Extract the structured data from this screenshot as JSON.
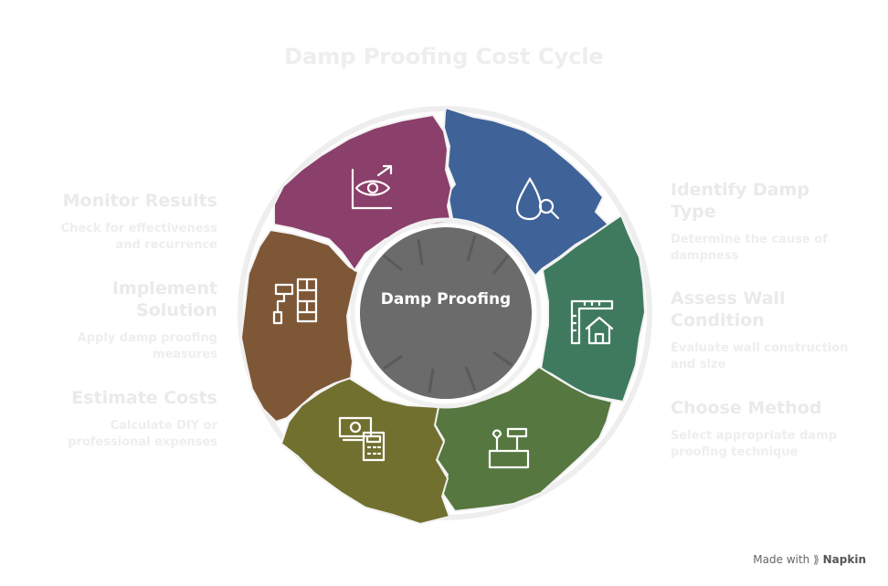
{
  "title": "Damp Proofing Cost Cycle",
  "center": {
    "label": "Damp Proofing",
    "color": "#6b6b6b"
  },
  "steps": [
    {
      "title": "Identify Damp Type",
      "description": "Determine the cause of dampness",
      "color": "#3f6398",
      "icon": "water-drop-search-icon"
    },
    {
      "title": "Assess Wall Condition",
      "description": "Evaluate wall construction and size",
      "color": "#3f7a5f",
      "icon": "ruler-house-icon"
    },
    {
      "title": "Choose Method",
      "description": "Select appropriate damp proofing technique",
      "color": "#56773f",
      "icon": "toolbox-icon"
    },
    {
      "title": "Estimate Costs",
      "description": "Calculate DIY or professional expenses",
      "color": "#72702f",
      "icon": "money-calculator-icon"
    },
    {
      "title": "Implement Solution",
      "description": "Apply damp proofing measures",
      "color": "#7e5737",
      "icon": "paint-roller-wall-icon"
    },
    {
      "title": "Monitor Results",
      "description": "Check for effectiveness and recurrence",
      "color": "#8b3f6b",
      "icon": "eye-chart-icon"
    }
  ],
  "footer": {
    "prefix": "Made with",
    "brand": "Napkin"
  }
}
